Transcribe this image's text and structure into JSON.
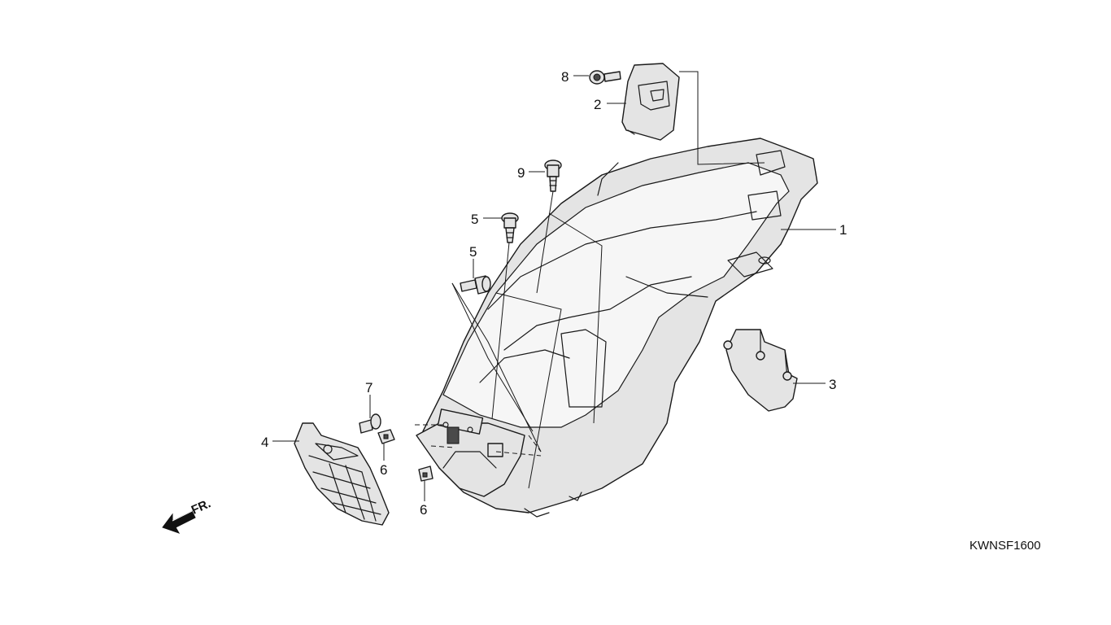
{
  "diagram_code": "KWNSF1600",
  "front_marker": "FR.",
  "callouts": {
    "c1": "1",
    "c2": "2",
    "c3": "3",
    "c4": "4",
    "c5a": "5",
    "c5b": "5",
    "c6a": "6",
    "c6b": "6",
    "c7": "7",
    "c8": "8",
    "c9": "9"
  },
  "icons": {
    "front_arrow": "front-direction-arrow-icon"
  }
}
